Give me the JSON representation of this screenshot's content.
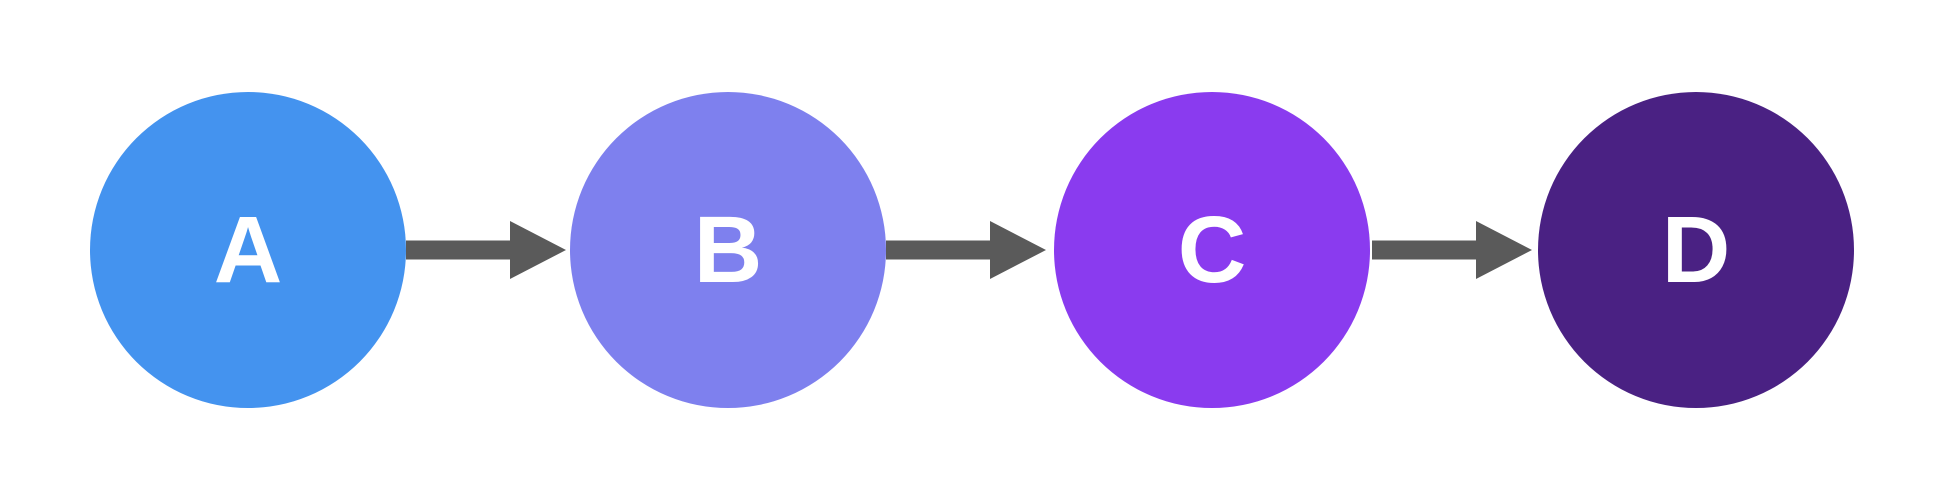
{
  "page": {
    "background": "#ffffff"
  },
  "diagram": {
    "type": "flow",
    "direction": "left-to-right",
    "arrow_color": "#5a5a5a",
    "nodes": [
      {
        "id": "A",
        "label": "A",
        "fill": "#4493ef",
        "text_color": "#ffffff"
      },
      {
        "id": "B",
        "label": "B",
        "fill": "#7e80ee",
        "text_color": "#ffffff"
      },
      {
        "id": "C",
        "label": "C",
        "fill": "#8a3bef",
        "text_color": "#ffffff"
      },
      {
        "id": "D",
        "label": "D",
        "fill": "#4a2183",
        "text_color": "#ffffff"
      }
    ],
    "edges": [
      {
        "from": "A",
        "to": "B"
      },
      {
        "from": "B",
        "to": "C"
      },
      {
        "from": "C",
        "to": "D"
      }
    ]
  }
}
